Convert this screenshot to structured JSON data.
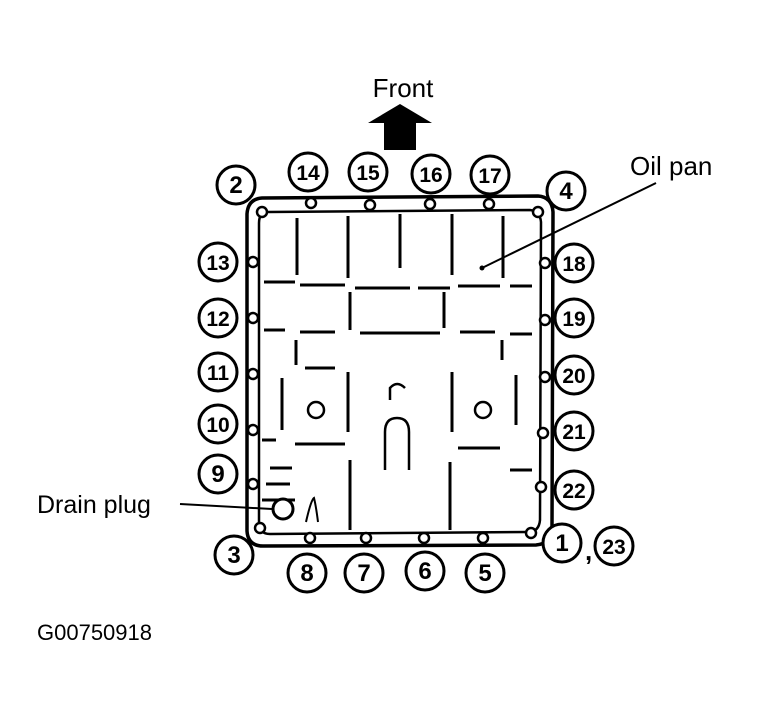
{
  "labels": {
    "front": "Front",
    "oil_pan": "Oil pan",
    "drain_plug": "Drain plug",
    "figure_id": "G00750918",
    "comma": ","
  },
  "bolts": [
    {
      "id": "bolt-1",
      "label": "1"
    },
    {
      "id": "bolt-2",
      "label": "2"
    },
    {
      "id": "bolt-3",
      "label": "3"
    },
    {
      "id": "bolt-4",
      "label": "4"
    },
    {
      "id": "bolt-5",
      "label": "5"
    },
    {
      "id": "bolt-6",
      "label": "6"
    },
    {
      "id": "bolt-7",
      "label": "7"
    },
    {
      "id": "bolt-8",
      "label": "8"
    },
    {
      "id": "bolt-9",
      "label": "9"
    },
    {
      "id": "bolt-10",
      "label": "10"
    },
    {
      "id": "bolt-11",
      "label": "11"
    },
    {
      "id": "bolt-12",
      "label": "12"
    },
    {
      "id": "bolt-13",
      "label": "13"
    },
    {
      "id": "bolt-14",
      "label": "14"
    },
    {
      "id": "bolt-15",
      "label": "15"
    },
    {
      "id": "bolt-16",
      "label": "16"
    },
    {
      "id": "bolt-17",
      "label": "17"
    },
    {
      "id": "bolt-18",
      "label": "18"
    },
    {
      "id": "bolt-19",
      "label": "19"
    },
    {
      "id": "bolt-20",
      "label": "20"
    },
    {
      "id": "bolt-21",
      "label": "21"
    },
    {
      "id": "bolt-22",
      "label": "22"
    },
    {
      "id": "bolt-23",
      "label": "23"
    }
  ]
}
